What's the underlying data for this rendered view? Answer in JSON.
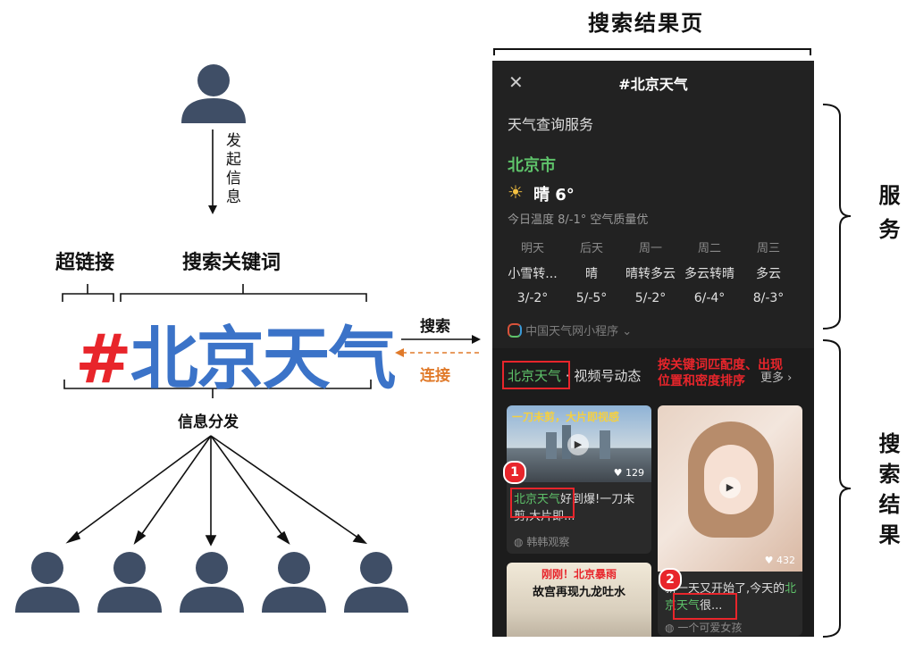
{
  "top_title": "搜索结果页",
  "left": {
    "initiate_label": "发起信息",
    "hyperlink_label": "超链接",
    "search_keyword_label": "搜索关键词",
    "hashtag_symbol": "#",
    "hashtag_keyword": "北京天气",
    "distribute_label": "信息分发",
    "search_arrow_label": "搜索",
    "connect_arrow_label": "连接"
  },
  "phone": {
    "header_title": "#北京天气",
    "service_section_title": "天气查询服务",
    "city": "北京市",
    "current_weather": "晴 6°",
    "today_summary": "今日温度 8/-1° 空气质量优",
    "forecast": [
      {
        "day": "明天",
        "cond": "小雪转...",
        "temp": "3/-2°"
      },
      {
        "day": "后天",
        "cond": "晴",
        "temp": "5/-5°"
      },
      {
        "day": "周一",
        "cond": "晴转多云",
        "temp": "5/-2°"
      },
      {
        "day": "周二",
        "cond": "多云转晴",
        "temp": "6/-4°"
      },
      {
        "day": "周三",
        "cond": "多云",
        "temp": "8/-3°"
      }
    ],
    "mini_program": "中国天气网小程序",
    "video_keyword": "北京天气",
    "video_section_suffix": "· 视频号动态",
    "more_label": "更多",
    "annotation": "按关键词匹配度、出现位置和密度排序",
    "videos": [
      {
        "thumb_caption": "一刀未剪，大片即视感",
        "likes": "129",
        "title_keyword": "北京天气",
        "title_rest": "好到爆!一刀未剪,大片即...",
        "author": "韩韩观察",
        "badge": "1"
      },
      {
        "likes": "432",
        "title_pre": "新一天又开始了,今天的",
        "title_keyword": "北京天气",
        "title_post": "很...",
        "author": "一个可爱女孩",
        "badge": "2"
      },
      {
        "thumb_caption_1": "刚刚！北京暴雨",
        "thumb_caption_2": "故宫再现九龙吐水"
      }
    ]
  },
  "right_labels": {
    "service": "服务",
    "search_results": "搜索结果"
  },
  "colors": {
    "hash_red": "#e8252b",
    "keyword_blue": "#3b73c8",
    "connect_orange": "#e07a2a",
    "city_green": "#5ec26a"
  }
}
